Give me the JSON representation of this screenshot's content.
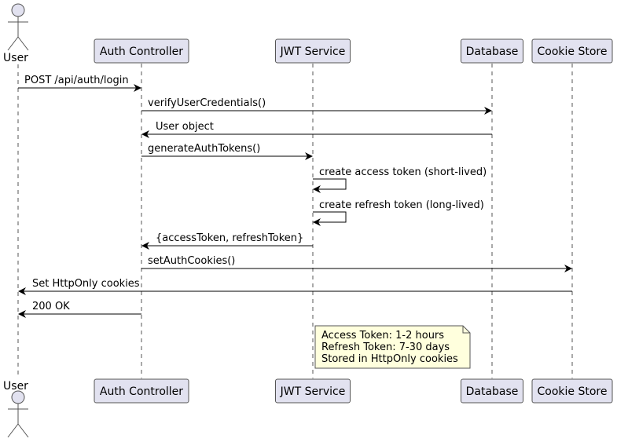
{
  "participants": [
    {
      "id": "user",
      "label": "User",
      "kind": "actor"
    },
    {
      "id": "auth",
      "label": "Auth Controller",
      "kind": "box"
    },
    {
      "id": "jwt",
      "label": "JWT Service",
      "kind": "box"
    },
    {
      "id": "db",
      "label": "Database",
      "kind": "box"
    },
    {
      "id": "cookie",
      "label": "Cookie Store",
      "kind": "box"
    }
  ],
  "messages": [
    {
      "from": "user",
      "to": "auth",
      "label": "POST /api/auth/login"
    },
    {
      "from": "auth",
      "to": "db",
      "label": "verifyUserCredentials()"
    },
    {
      "from": "db",
      "to": "auth",
      "label": "User object"
    },
    {
      "from": "auth",
      "to": "jwt",
      "label": "generateAuthTokens()"
    },
    {
      "from": "jwt",
      "to": "jwt",
      "label": "create access token (short-lived)"
    },
    {
      "from": "jwt",
      "to": "jwt",
      "label": "create refresh token (long-lived)"
    },
    {
      "from": "jwt",
      "to": "auth",
      "label": "{accessToken, refreshToken}"
    },
    {
      "from": "auth",
      "to": "cookie",
      "label": "setAuthCookies()"
    },
    {
      "from": "cookie",
      "to": "user",
      "label": "Set HttpOnly cookies"
    },
    {
      "from": "auth",
      "to": "user",
      "label": "200 OK"
    }
  ],
  "note": {
    "lines": [
      "Access Token: 1-2 hours",
      "Refresh Token: 7-30 days",
      "Stored in HttpOnly cookies"
    ]
  },
  "colors": {
    "participant_fill": "#e2e2f0",
    "participant_border": "#555555",
    "note_fill": "#ffffdd",
    "note_border": "#555555",
    "line": "#000000",
    "lifeline": "#555555"
  }
}
